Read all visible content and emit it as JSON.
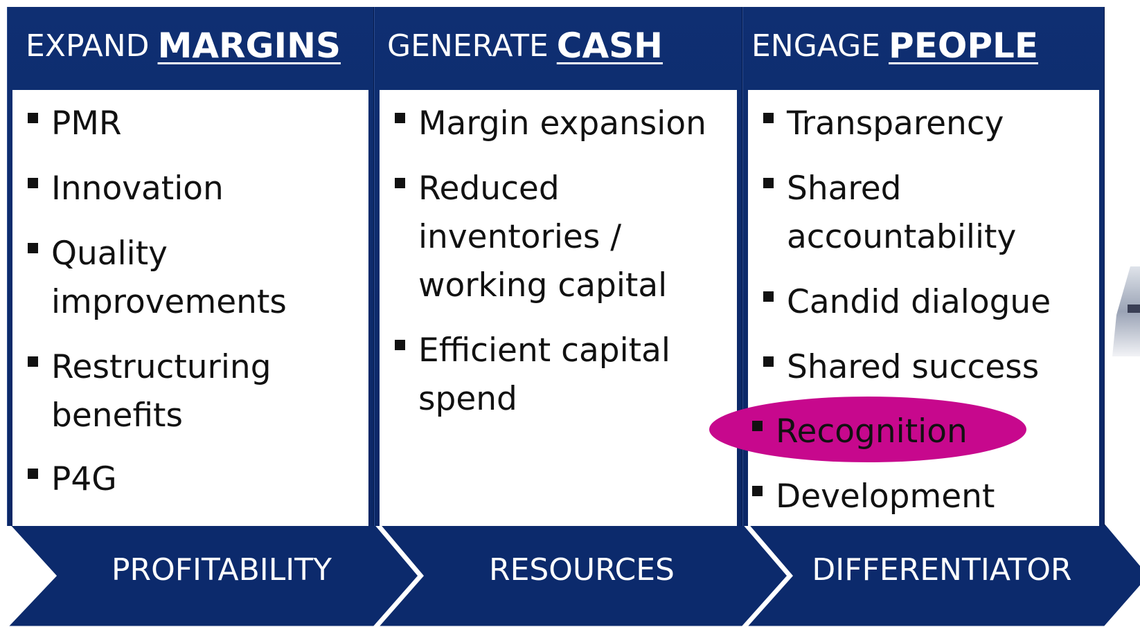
{
  "columns": [
    {
      "heading_prefix": "EXPAND",
      "heading_key": "MARGINS",
      "items": [
        "PMR",
        "Innovation",
        "Quality improvements",
        "Restructuring benefits",
        "P4G"
      ],
      "footer": "PROFITABILITY"
    },
    {
      "heading_prefix": "GENERATE",
      "heading_key": "CASH",
      "items": [
        "Margin expansion",
        "Reduced inventories / working capital",
        "Efficient capital spend"
      ],
      "footer": "RESOURCES"
    },
    {
      "heading_prefix": "ENGAGE",
      "heading_key": "PEOPLE",
      "items": [
        "Transparency",
        "Shared accountability",
        "Candid dialogue",
        "Shared success",
        "Recognition",
        "Development"
      ],
      "footer": "DIFFERENTIATOR"
    }
  ],
  "highlighted_item": "Recognition",
  "colors": {
    "navy": "#0b2766",
    "highlight": "#c7088d",
    "text": "#111111"
  }
}
